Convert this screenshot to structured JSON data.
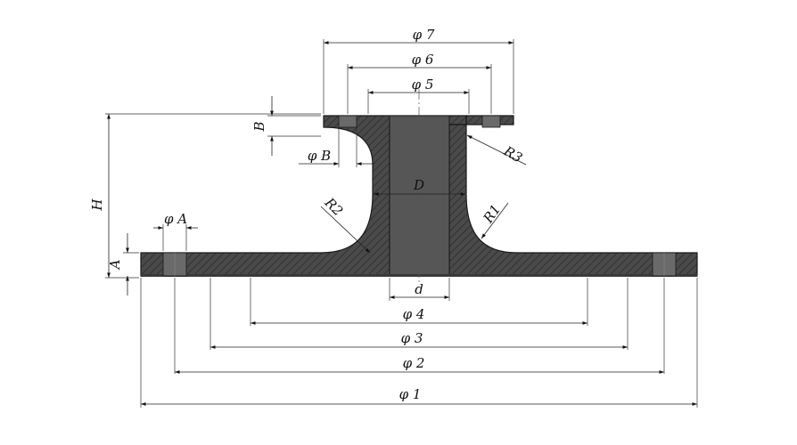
{
  "drawing": {
    "labels": {
      "phi1": "φ 1",
      "phi2": "φ 2",
      "phi3": "φ 3",
      "phi4": "φ 4",
      "phi5": "φ 5",
      "phi6": "φ 6",
      "phi7": "φ 7",
      "phiA": "φ A",
      "phiB": "φ B",
      "A": "A",
      "B": "B",
      "H": "H",
      "D": "D",
      "d": "d",
      "R1": "R1",
      "R2": "R2",
      "R3": "R3"
    },
    "colors": {
      "section_fill": "#4a4a4a",
      "hatch": "#2c2c2c",
      "bore_fill": "#565656",
      "outline": "#1a1a1a"
    }
  }
}
